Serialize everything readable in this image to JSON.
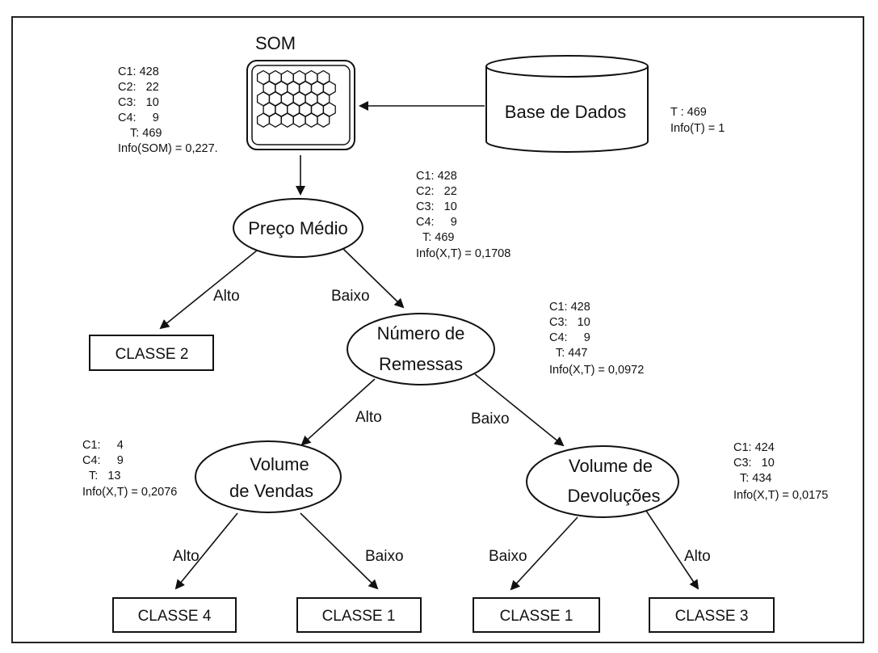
{
  "som": {
    "title": "SOM",
    "stats": [
      "C1: 428",
      "C2:   22",
      "C3:   10",
      "C4:     9",
      "T: 469",
      "Info(SOM) = 0,227."
    ]
  },
  "database": {
    "label": "Base de Dados",
    "stats": [
      "T : 469",
      "Info(T) = 1"
    ]
  },
  "nodes": {
    "preco_medio": {
      "label": "Preço Médio",
      "stats": [
        "C1: 428",
        "C2:   22",
        "C3:   10",
        "C4:     9",
        "T: 469",
        "Info(X,T) = 0,1708"
      ]
    },
    "numero_remessas": {
      "label_line1": "Número de",
      "label_line2": "Remessas",
      "stats": [
        "C1: 428",
        "C3:   10",
        "C4:     9",
        "T: 447",
        "Info(X,T) = 0,0972"
      ]
    },
    "volume_vendas": {
      "label_line1": "Volume",
      "label_line2": "de Vendas",
      "stats": [
        "C1:     4",
        "C4:     9",
        "T:   13",
        "Info(X,T) = 0,2076"
      ]
    },
    "volume_devolucoes": {
      "label_line1": "Volume de",
      "label_line2": "Devoluções",
      "stats": [
        "C1: 424",
        "C3:   10",
        "T: 434",
        "Info(X,T) = 0,0175"
      ]
    }
  },
  "edges": {
    "preco_alto": "Alto",
    "preco_baixo": "Baixo",
    "remessas_alto": "Alto",
    "remessas_baixo": "Baixo",
    "vendas_alto": "Alto",
    "vendas_baixo": "Baixo",
    "devol_baixo": "Baixo",
    "devol_alto": "Alto"
  },
  "leaves": {
    "classe2": "CLASSE 2",
    "classe4": "CLASSE 4",
    "classe1_a": "CLASSE 1",
    "classe1_b": "CLASSE 1",
    "classe3": "CLASSE 3"
  }
}
